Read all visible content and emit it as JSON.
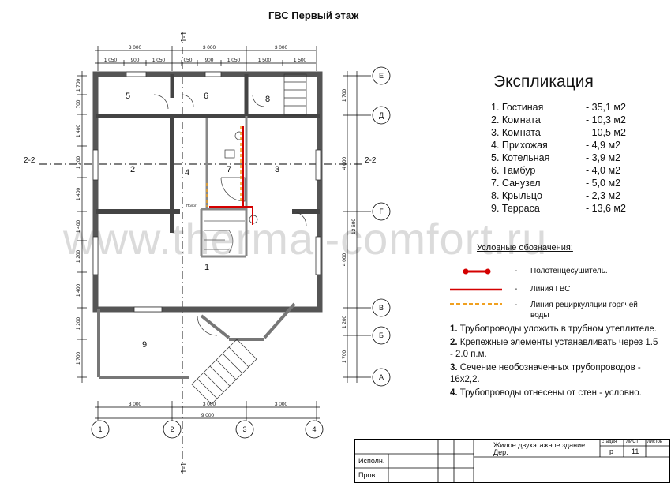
{
  "title": "ГВС  Первый этаж",
  "watermark": "www.thermal-comfort.ru",
  "dimensions": {
    "top_major": [
      "3 000",
      "3 000",
      "3 000"
    ],
    "top_minor": [
      "1 050",
      "900",
      "1 050",
      "050",
      "900",
      "1 050",
      "1 500",
      "1 500"
    ],
    "bottom": [
      "3 000",
      "3 000",
      "3 000"
    ],
    "bottom_total": "9 000",
    "left": [
      "1 700",
      "700",
      "1 400",
      "1 200",
      "1 400",
      "1 400",
      "1 200",
      "1 400",
      "1 200",
      "1 700"
    ],
    "right": [
      "1 700",
      "4 000",
      "4 000",
      "1 200",
      "1 700"
    ],
    "right_total": "12 600"
  },
  "axes": {
    "letters": [
      "Е",
      "Д",
      "Г",
      "В",
      "Б",
      "А"
    ],
    "numbers": [
      "1",
      "2",
      "3",
      "4"
    ]
  },
  "sections": {
    "horizontal": "2-2",
    "vertical": "1-1"
  },
  "room_numbers": [
    "1",
    "2",
    "3",
    "4",
    "5",
    "6",
    "7",
    "8",
    "9"
  ],
  "small_label": "Полот",
  "explication": {
    "title": "Экспликация",
    "rooms": [
      {
        "name": "1. Гостиная",
        "area": "-  35,1 м2"
      },
      {
        "name": "2. Комната",
        "area": "-  10,3 м2"
      },
      {
        "name": "3. Комната",
        "area": "-   10,5 м2"
      },
      {
        "name": "4. Прихожая",
        "area": "-   4,9 м2"
      },
      {
        "name": "5. Котельная",
        "area": "-   3,9 м2"
      },
      {
        "name": "6. Тамбур",
        "area": "-   4,0 м2"
      },
      {
        "name": "7. Санузел",
        "area": "-   5,0 м2"
      },
      {
        "name": "8. Крыльцо",
        "area": "-   2,3 м2"
      },
      {
        "name": "9. Терраса",
        "area": "-  13,6 м2"
      }
    ]
  },
  "symbols": {
    "title": "Условные обозначения:",
    "items": [
      {
        "label": "Полотенцесушитель.",
        "color": "#d40000"
      },
      {
        "label": "Линия ГВС",
        "color": "#d40000"
      },
      {
        "label": "Линия рециркуляции горячей",
        "label2": "воды",
        "color": "#f0a020"
      }
    ],
    "dash": "-"
  },
  "notes": [
    {
      "num": "1.",
      "text": " Трубопроводы уложить в трубном утеплителе."
    },
    {
      "num": "2.",
      "text": " Крепежные элементы устанавливать через 1.5 - 2.0 п.м."
    },
    {
      "num": "3.",
      "text": " Сечение необозначенных трубопроводов - 16х2,2."
    },
    {
      "num": "4.",
      "text": " Трубопроводы отнесены от стен - условно."
    }
  ],
  "stamp": {
    "project": "Жилое двухэтажное здание.",
    "material": "Дер.",
    "stage_label": "стадия",
    "sheet_label": "ЛИСТ",
    "sheets_label": "листов",
    "stage": "р",
    "sheet": "11",
    "row1": "Исполн.",
    "row2": "Пров."
  }
}
